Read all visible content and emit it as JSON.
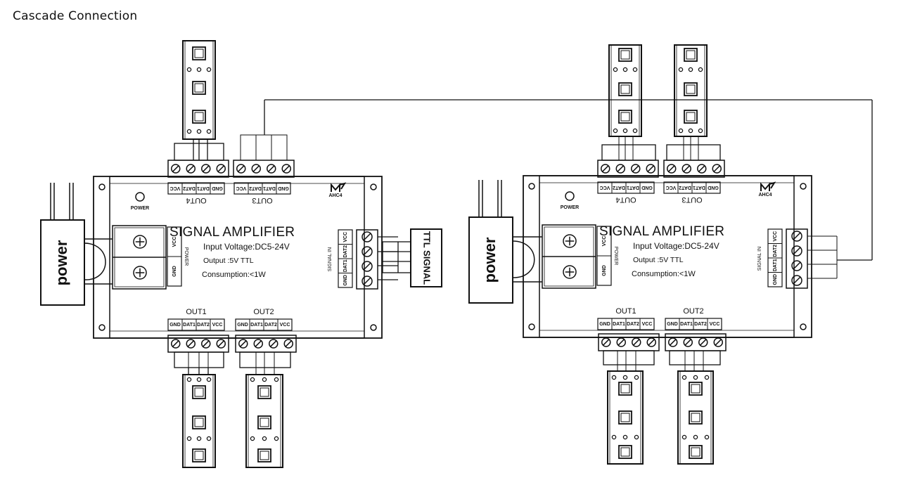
{
  "title": "Cascade Connection",
  "amplifier": {
    "name": "SIGNAL AMPLIFIER",
    "input_voltage": "Input Voltage:DC5-24V",
    "output": "Output :5V  TTL",
    "consumption": "Consumption:<1W",
    "model": "AHC4",
    "power_led": "POWER",
    "power_block_label": "POWER",
    "power_pins": [
      "VCC",
      "GND"
    ],
    "signal_in_label": "SIGNAL IN",
    "signal_in_pins": [
      "VCC",
      "DAT2",
      "DAT1",
      "GND"
    ],
    "bottom_pins": [
      "GND",
      "DAT1",
      "DAT2",
      "VCC"
    ],
    "top_pins": [
      "VCC",
      "DAT2",
      "DAT1",
      "GND"
    ],
    "outputs_bottom": [
      "OUT1",
      "OUT2"
    ],
    "outputs_top": [
      "OUT4",
      "OUT3"
    ]
  },
  "power_supply_label": "power",
  "ttl_signal_label": "TTL SIGNAL",
  "colors": {
    "line": "#111111",
    "background": "#ffffff"
  }
}
